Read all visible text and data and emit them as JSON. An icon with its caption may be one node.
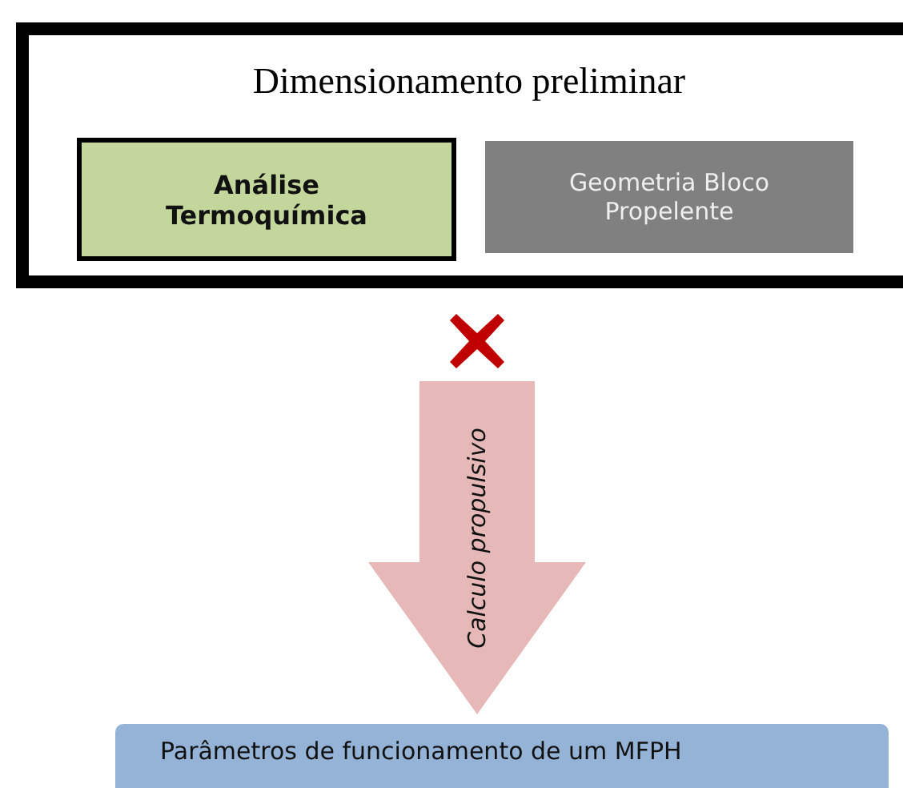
{
  "diagram": {
    "nodes": [
      {
        "text": [
          "Dimensionamento preliminar"
        ]
      },
      {
        "text": [
          "Análise Termoquímica"
        ],
        "in": 0
      },
      {
        "text": [
          "Geometria Bloco Propelente"
        ],
        "in": 0
      },
      {
        "text": [
          "Parâmetros de funcionamento de um MFPH"
        ]
      }
    ],
    "edges": [
      {
        "from": 0,
        "to": 3,
        "arrow": "to",
        "label": "Calculo propulsivo"
      }
    ]
  }
}
